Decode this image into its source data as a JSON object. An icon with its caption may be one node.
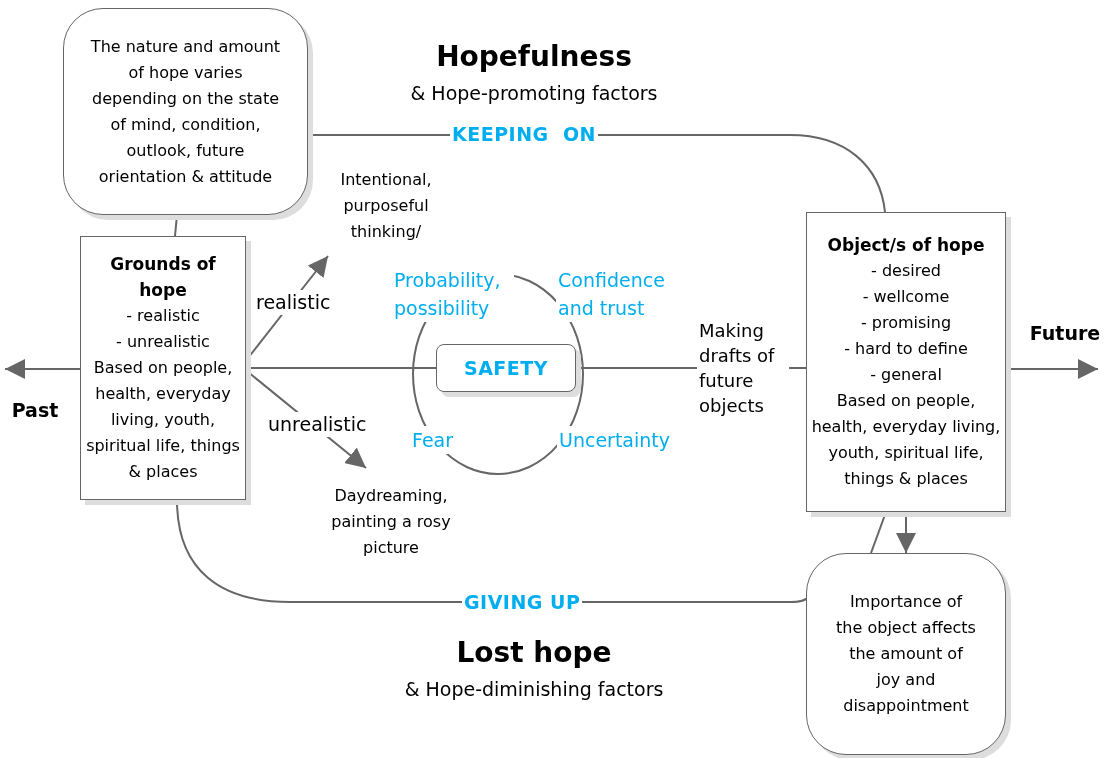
{
  "diagram": {
    "nodes": [
      {
        "text": [
          "The nature and amount of hope varies depending on the state of mind, condition, outlook, future orientation & attitude"
        ]
      },
      {
        "text": [
          "Grounds of hope",
          "- realistic",
          "- unrealistic",
          "Based on people, health, everyday living, youth, spiritual life, things & places"
        ]
      },
      {
        "text": [
          "Object/s of hope",
          "- desired",
          "- wellcome",
          "- promising",
          "- hard to define",
          "- general",
          "Based on people, health, everyday living, youth, spiritual life, things & places"
        ]
      },
      {
        "text": [
          "Importance of the object affects the amount of joy and disappointment"
        ]
      },
      {
        "text": [
          "SAFETY"
        ]
      },
      {
        "text": [
          "Intentional, purposeful thinking/"
        ]
      },
      {
        "text": [
          "Daydreaming, painting a rosy picture"
        ]
      }
    ],
    "edges": [
      {
        "from": 1,
        "to": null,
        "arrow": "to"
      },
      {
        "from": 1,
        "to": 4,
        "arrow": "none"
      },
      {
        "from": 4,
        "to": 2,
        "arrow": "none",
        "label": "Making drafts of future objects"
      },
      {
        "from": 2,
        "to": null,
        "arrow": "to"
      },
      {
        "from": 1,
        "to": 5,
        "arrow": "to",
        "label": "realistic"
      },
      {
        "from": 1,
        "to": 6,
        "arrow": "to",
        "label": "unrealistic"
      },
      {
        "from": 0,
        "to": 2,
        "arrow": "none",
        "label": "KEEPING  ON"
      },
      {
        "from": 1,
        "to": 3,
        "arrow": "none",
        "label": "GIVING UP"
      },
      {
        "from": 2,
        "to": 3,
        "arrow": "to"
      },
      {
        "from": 2,
        "to": 3,
        "arrow": "none"
      },
      {
        "from": 0,
        "to": 1,
        "arrow": "none"
      }
    ],
    "labels": [
      "Hopefulness",
      "& Hope-promoting factors",
      "Probability, possibility",
      "Confidence and trust",
      "Future",
      "Past",
      "Fear",
      "Uncertainty",
      "Lost hope",
      "& Hope-diminishing factors"
    ]
  }
}
